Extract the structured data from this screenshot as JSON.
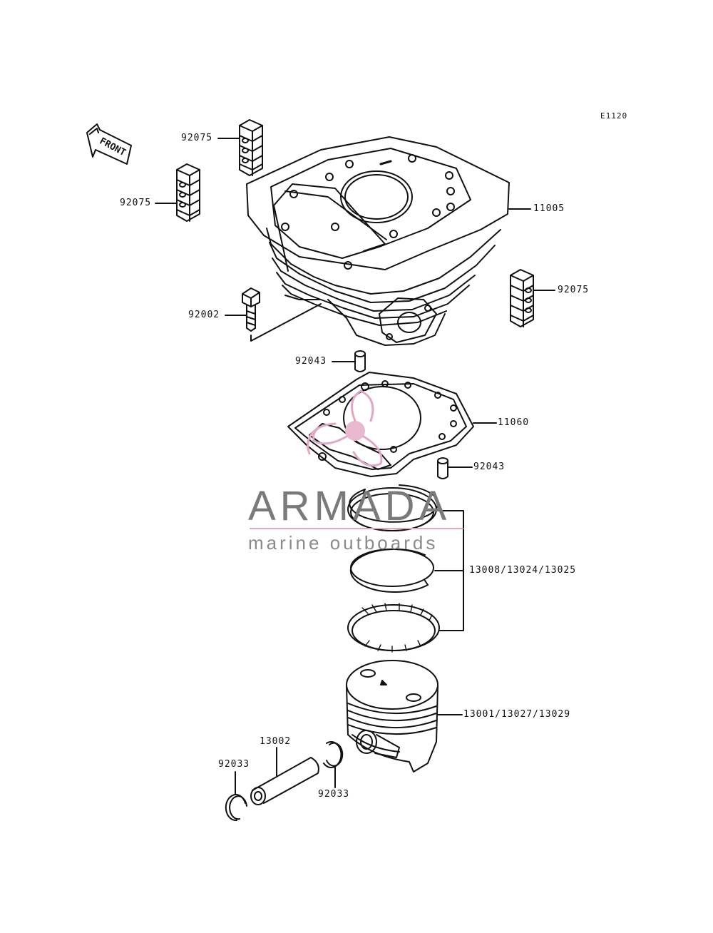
{
  "diagram": {
    "code": "E1120",
    "front_label": "FRONT",
    "labels": {
      "l92075_top": "92075",
      "l92075_left": "92075",
      "l92075_right": "92075",
      "l11005": "11005",
      "l92002": "92002",
      "l92043_top": "92043",
      "l11060": "11060",
      "l92043_bottom": "92043",
      "l13008": "13008/13024/13025",
      "l13001": "13001/13027/13029",
      "l13002": "13002",
      "l92033_left": "92033",
      "l92033_right": "92033"
    }
  },
  "watermark": {
    "title": "ARMADA",
    "subtitle": "marine outboards",
    "accent_color": "#e0a8c4",
    "text_color": "#7a7a7a"
  }
}
